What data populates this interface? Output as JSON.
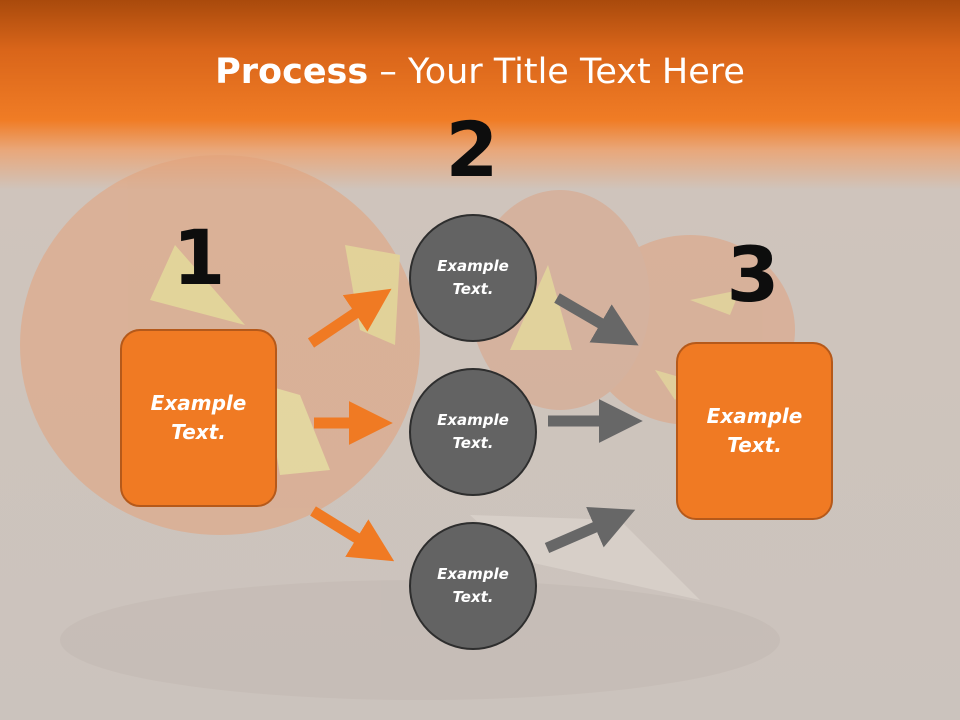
{
  "title": {
    "bold": "Process",
    "separator": " – ",
    "rest": "Your Title Text Here"
  },
  "step_numbers": [
    "1",
    "2",
    "3"
  ],
  "left_box": {
    "text": "Example Text."
  },
  "circles": [
    {
      "text": "Example Text."
    },
    {
      "text": "Example Text."
    },
    {
      "text": "Example Text."
    }
  ],
  "right_box": {
    "text": "Example Text."
  },
  "colors": {
    "orange": "#f07a23",
    "orange_border": "#b5591a",
    "circle_fill": "#636363",
    "circle_border": "#2e2e2e",
    "arrow_orange": "#f07a23",
    "arrow_gray": "#676767"
  }
}
